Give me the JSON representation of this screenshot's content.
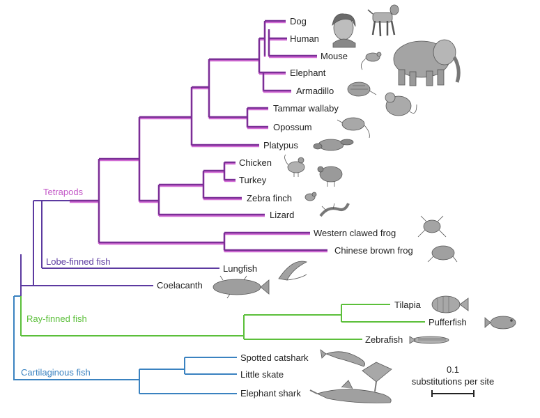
{
  "colors": {
    "tetrapods_a": "#7a2e96",
    "tetrapods_b": "#d46ed6",
    "lobe": "#5c3aa0",
    "ray": "#5bbf3a",
    "cart": "#3a82c0",
    "trunk": "#3a82c0",
    "illustration": "#8a8a8a"
  },
  "taxa": [
    {
      "label": "Dog",
      "icon": "dog-illustration"
    },
    {
      "label": "Human",
      "icon": "human-portrait-illustration"
    },
    {
      "label": "Mouse",
      "icon": "mouse-illustration"
    },
    {
      "label": "Elephant",
      "icon": "elephant-illustration"
    },
    {
      "label": "Armadillo",
      "icon": "armadillo-illustration"
    },
    {
      "label": "Tammar wallaby",
      "icon": "wallaby-illustration"
    },
    {
      "label": "Opossum",
      "icon": "opossum-illustration"
    },
    {
      "label": "Platypus",
      "icon": "platypus-illustration"
    },
    {
      "label": "Chicken",
      "icon": "chicken-illustration"
    },
    {
      "label": "Turkey",
      "icon": "turkey-illustration"
    },
    {
      "label": "Zebra finch",
      "icon": "zebra-finch-illustration"
    },
    {
      "label": "Lizard",
      "icon": "lizard-illustration"
    },
    {
      "label": "Western clawed frog",
      "icon": "western-clawed-frog-illustration"
    },
    {
      "label": "Chinese brown frog",
      "icon": "chinese-brown-frog-illustration"
    },
    {
      "label": "Lungfish",
      "icon": "lungfish-illustration"
    },
    {
      "label": "Coelacanth",
      "icon": "coelacanth-illustration"
    },
    {
      "label": "Tilapia",
      "icon": "tilapia-illustration"
    },
    {
      "label": "Pufferfish",
      "icon": "pufferfish-illustration"
    },
    {
      "label": "Zebrafish",
      "icon": "zebrafish-illustration"
    },
    {
      "label": "Spotted catshark",
      "icon": "catshark-illustration"
    },
    {
      "label": "Little skate",
      "icon": "skate-illustration"
    },
    {
      "label": "Elephant shark",
      "icon": "elephant-shark-illustration"
    }
  ],
  "groups": {
    "tetrapods": "Tetrapods",
    "lobe_finned": "Lobe-finned fish",
    "ray_finned": "Ray-finned fish",
    "cartilaginous": "Cartilaginous fish"
  },
  "scale_bar": {
    "value": "0.1",
    "unit": "substitutions per site"
  }
}
